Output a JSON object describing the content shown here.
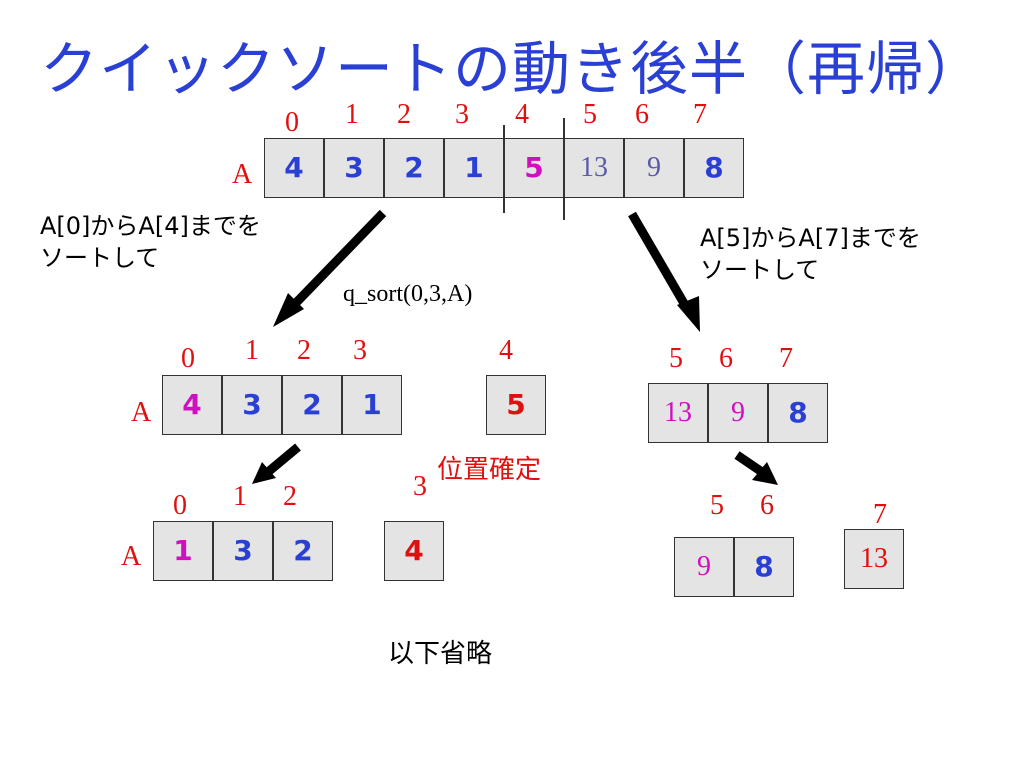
{
  "title": "クイックソートの動き後半（再帰）",
  "array_label": "A",
  "top_array": {
    "indices": [
      "0",
      "1",
      "2",
      "3",
      "4",
      "5",
      "6",
      "7"
    ],
    "values": [
      "4",
      "3",
      "2",
      "1",
      "5",
      "13",
      "9",
      "8"
    ]
  },
  "left_note_line1": "A[0]からA[4]までを",
  "left_note_line2": "ソートして",
  "right_note_line1": "A[5]からA[7]までを",
  "right_note_line2": "ソートして",
  "call_label": "q_sort(0,3,A)",
  "mid_left": {
    "indices": [
      "0",
      "1",
      "2",
      "3"
    ],
    "values": [
      "4",
      "3",
      "2",
      "1"
    ]
  },
  "mid_pivot": {
    "index": "4",
    "value": "5"
  },
  "mid_right": {
    "indices": [
      "5",
      "6",
      "7"
    ],
    "values": [
      "13",
      "9",
      "8"
    ]
  },
  "fixed_label": "位置確定",
  "bottom_left": {
    "indices": [
      "0",
      "1",
      "2"
    ],
    "values": [
      "1",
      "3",
      "2"
    ]
  },
  "bottom_pivot": {
    "index": "3",
    "value": "4"
  },
  "bottom_right": {
    "indices": [
      "5",
      "6"
    ],
    "values": [
      "9",
      "8"
    ]
  },
  "bottom_right_single": {
    "index": "7",
    "value": "13"
  },
  "footer": "以下省略",
  "colors": {
    "title": "#2a3fd4",
    "index": "#e01010",
    "value_blue": "#2a3fd4",
    "pivot": "#d010c0",
    "fixed": "#e01010",
    "cell_bg": "#e4e4e4"
  }
}
